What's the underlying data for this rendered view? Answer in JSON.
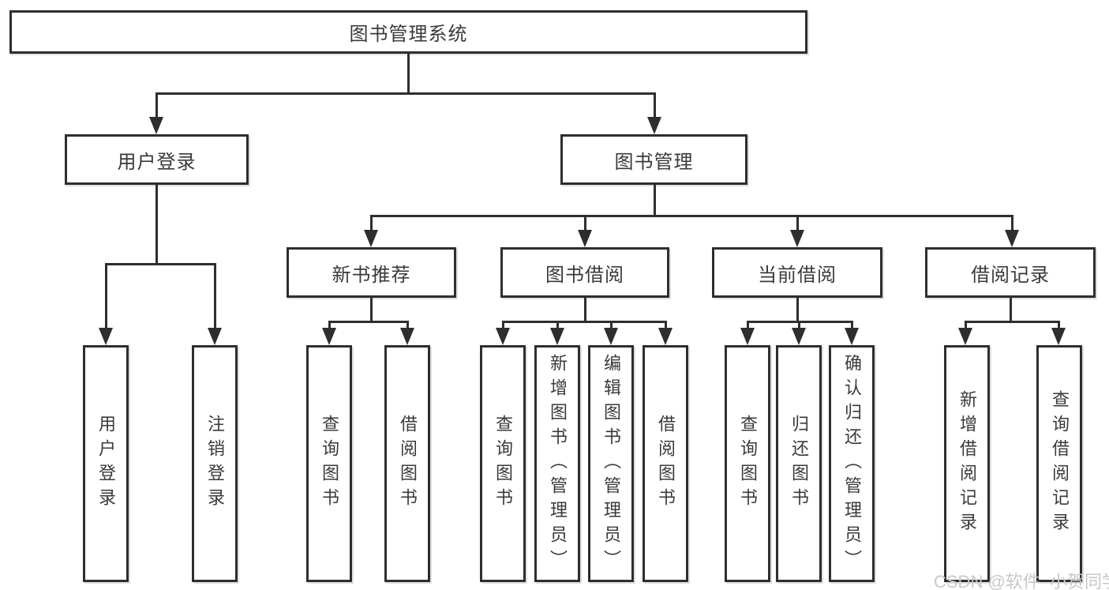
{
  "diagram": {
    "title": "图书管理系统",
    "root": {
      "label": "图书管理系统"
    },
    "level2": [
      {
        "label": "用户登录"
      },
      {
        "label": "图书管理"
      }
    ],
    "level3": [
      {
        "label": "新书推荐"
      },
      {
        "label": "图书借阅"
      },
      {
        "label": "当前借阅"
      },
      {
        "label": "借阅记录"
      }
    ],
    "leaves": {
      "user_login": [
        "用户登录",
        "注销登录"
      ],
      "new_book": [
        "查询图书",
        "借阅图书"
      ],
      "book_borrow": [
        "查询图书",
        "新增图书（管理员）",
        "编辑图书（管理员）",
        "借阅图书"
      ],
      "current_borrow": [
        "查询图书",
        "归还图书",
        "确认归还（管理员）"
      ],
      "borrow_record": [
        "新增借阅记录",
        "查询借阅记录"
      ]
    },
    "colors": {
      "line": "#2e2e2e",
      "text": "#3a3a3a",
      "background": "#ffffff",
      "watermark_text": "#c8c8c8"
    }
  },
  "watermark": {
    "text": "CSDN @软件_小贺同学"
  }
}
